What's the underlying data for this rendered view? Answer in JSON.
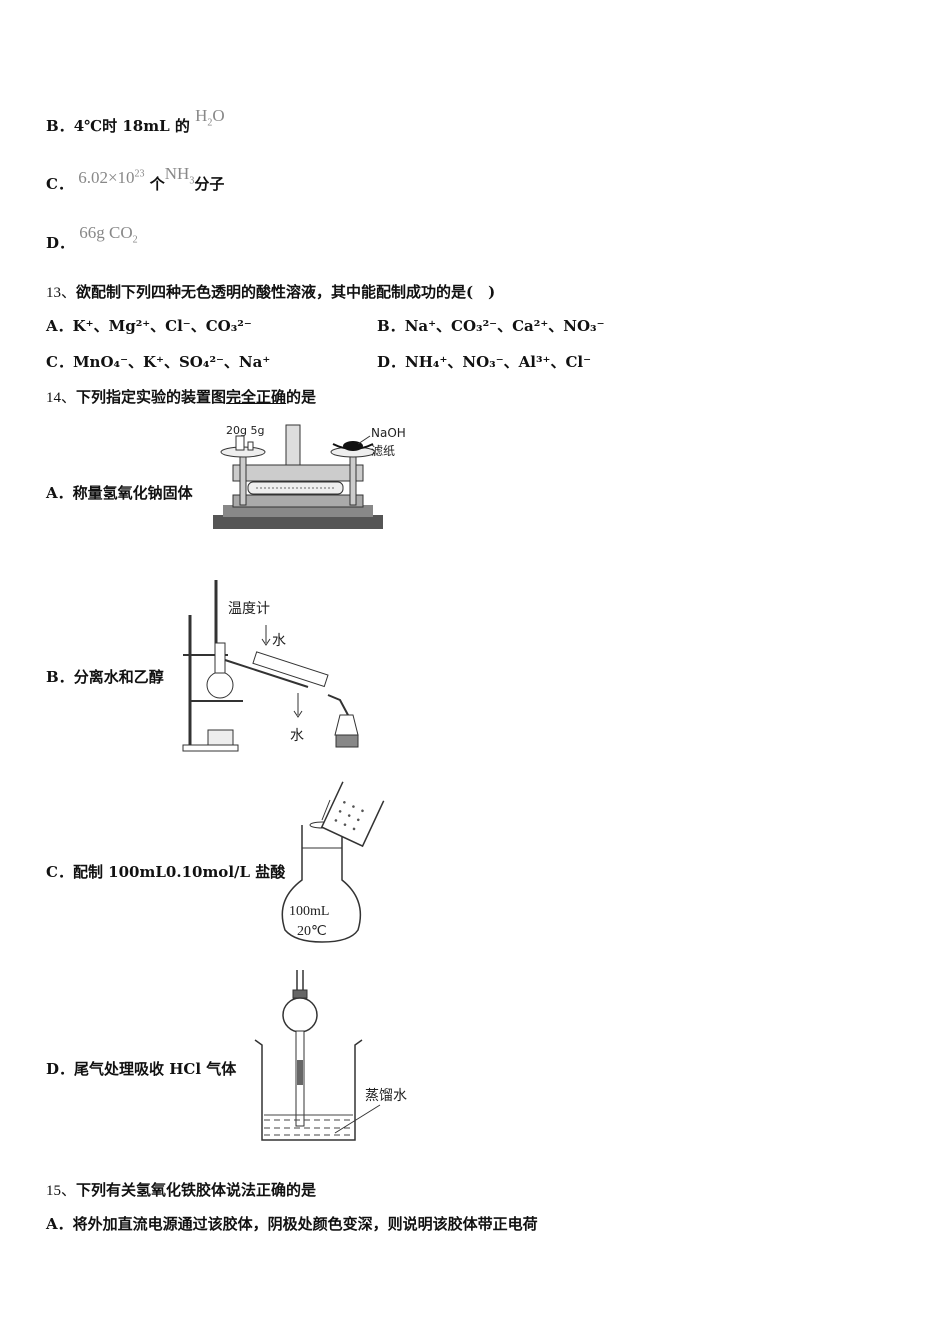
{
  "q12_options": {
    "B": {
      "label": "B．",
      "text": "4℃时 18mL 的",
      "formula": "H₂O"
    },
    "C": {
      "label": "C．",
      "formula_num": "6.02×10",
      "exp": "23",
      "mid": "个",
      "formula2": "NH",
      "sub2": "3",
      "suffix": "分子"
    },
    "D": {
      "label": "D．",
      "formula": "66g CO",
      "sub": "2"
    }
  },
  "q13": {
    "number": "13、",
    "stem": "欲配制下列四种无色透明的酸性溶液，其中能配制成功的是(　)",
    "options": [
      {
        "label": "A．",
        "text": "K⁺、Mg²⁺、Cl⁻、CO₃²⁻"
      },
      {
        "label": "B．",
        "text": "Na⁺、CO₃²⁻、Ca²⁺、NO₃⁻"
      },
      {
        "label": "C．",
        "text": "MnO₄⁻、K⁺、SO₄²⁻、Na⁺"
      },
      {
        "label": "D．",
        "text": "NH₄⁺、NO₃⁻、Al³⁺、Cl⁻"
      }
    ]
  },
  "q14": {
    "number": "14、",
    "stem_pre": "下列指定实验的装置图",
    "stem_underlined": "完全正确",
    "stem_post": "的是",
    "options": [
      {
        "label": "A．",
        "text": "称量氢氧化钠固体",
        "fig_labels": [
          "20g 5g",
          "NaOH",
          "滤纸"
        ]
      },
      {
        "label": "B．",
        "text": "分离水和乙醇",
        "fig_labels": [
          "温度计",
          "水",
          "水"
        ]
      },
      {
        "label": "C．",
        "text": "配制 100mL0.10mol/L 盐酸",
        "fig_labels": [
          "100mL",
          "20℃"
        ]
      },
      {
        "label": "D．",
        "text": "尾气处理吸收 HCl 气体",
        "fig_labels": [
          "蒸馏水"
        ]
      }
    ]
  },
  "q15": {
    "number": "15、",
    "stem": "下列有关氢氧化铁胶体说法正确的是",
    "options": [
      {
        "label": "A．",
        "text": "将外加直流电源通过该胶体，阴极处颜色变深，则说明该胶体带正电荷"
      }
    ]
  }
}
